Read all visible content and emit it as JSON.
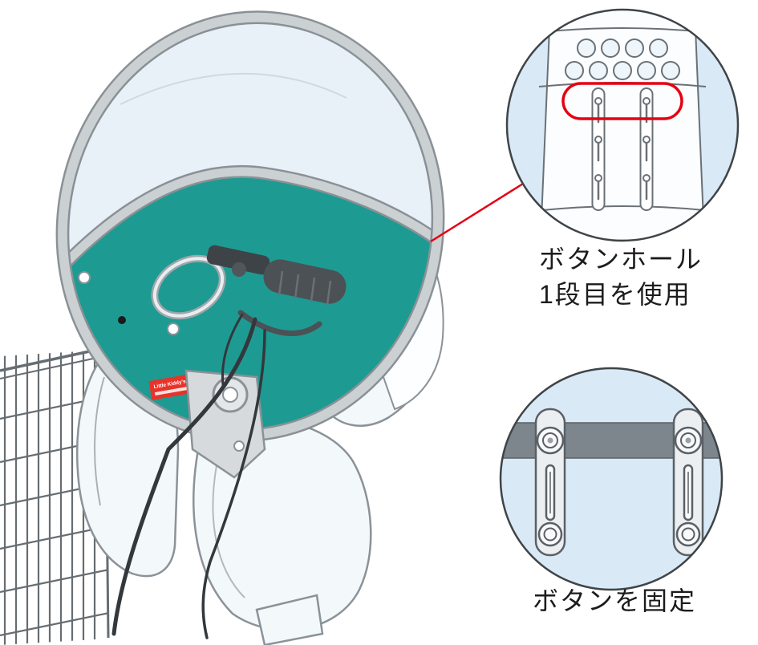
{
  "colors": {
    "teal": "#1d9b92",
    "red": "#e60012",
    "label_red": "#e8332a",
    "light_blue": "#d9e9f6",
    "rim_gray": "#cbd0d3",
    "outline_gray": "#8a9196",
    "band_gray": "#7d868c",
    "dark_gray": "#3f4447"
  },
  "brand_label": {
    "text": "Little Kiddy's"
  },
  "callouts": {
    "buttonhole": {
      "line1": "ボタンホール",
      "line2": "1段目を使用"
    },
    "fix_button": {
      "label": "ボタンを固定"
    }
  }
}
